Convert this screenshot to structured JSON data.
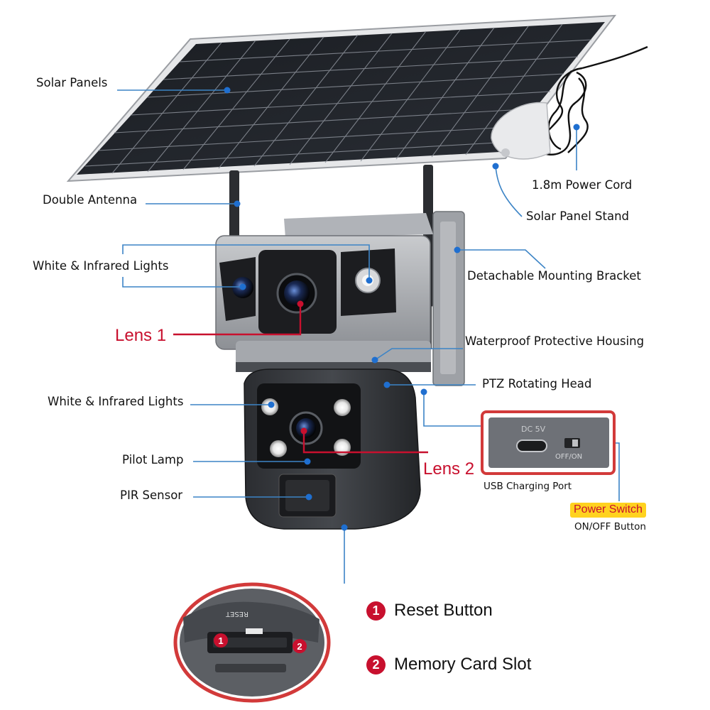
{
  "labels": {
    "solar_panels": "Solar Panels",
    "double_antenna": "Double Antenna",
    "white_ir_lights_top": "White & Infrared Lights",
    "lens_1": "Lens 1",
    "white_ir_lights_bottom": "White & Infrared Lights",
    "pilot_lamp": "Pilot Lamp",
    "pir_sensor": "PIR Sensor",
    "power_cord": "1.8m Power Cord",
    "solar_panel_stand": "Solar Panel Stand",
    "mounting_bracket": "Detachable Mounting Bracket",
    "waterproof_housing": "Waterproof Protective Housing",
    "ptz_head": "PTZ Rotating Head",
    "lens_2": "Lens 2",
    "usb_port": "USB Charging Port",
    "power_switch": "Power Switch",
    "on_off_button": "ON/OFF Button"
  },
  "port_closeup": {
    "dc_text": "DC 5V",
    "switch_text": "OFF/ON"
  },
  "card_closeup": {
    "reset_text": "RESET",
    "marker_1": "1",
    "marker_2": "2"
  },
  "legend": [
    {
      "number": "1",
      "text": "Reset Button"
    },
    {
      "number": "2",
      "text": "Memory Card Slot"
    }
  ],
  "colors": {
    "callout_line": "#3c84c6",
    "callout_dot": "#1f6fd0",
    "lens_highlight": "#c8102e",
    "closeup_frame": "#d23a3a",
    "switch_highlight": "#ffd21f"
  }
}
